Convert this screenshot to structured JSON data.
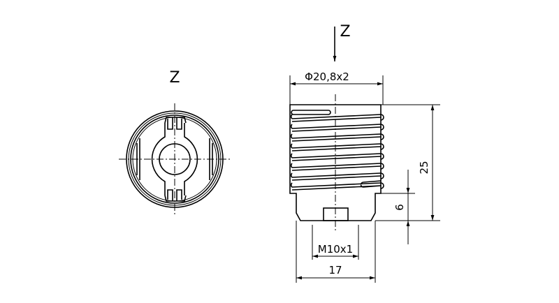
{
  "view_z": {
    "label": "Z"
  },
  "side_view": {
    "direction_label": "Z",
    "dimensions": {
      "thread_diameter": "Φ20,8x2",
      "height": "25",
      "base_height": "6",
      "inner_thread": "M10x1",
      "base_width": "17"
    }
  }
}
